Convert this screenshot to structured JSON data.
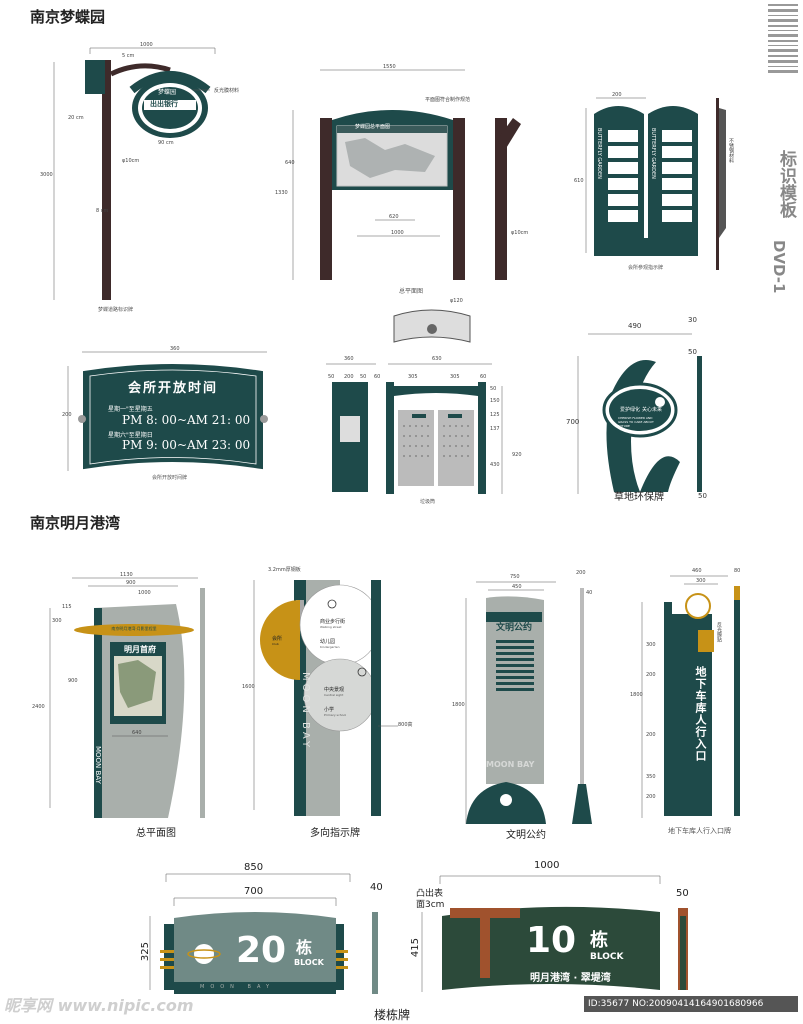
{
  "sections": {
    "nanjing_dream": "南京梦蝶园",
    "nanjing_moonbay": "南京明月港湾"
  },
  "side_label": {
    "vertical": "标识模板",
    "code": "DVD-1"
  },
  "top": {
    "road_sign": {
      "sign_text_1": "梦蝶园",
      "sign_text_2": "出出银行",
      "note": "反光膜材料",
      "caption": "梦蝶道路标识牌",
      "dims": [
        "1000",
        "5 cm",
        "20 cm",
        "90 cm",
        "φ10cm",
        "8 cm",
        "3000"
      ]
    },
    "plan_board": {
      "header": "梦蝶园总平面图",
      "note": "平面图符合制作规范",
      "caption": "总平面图",
      "dims": [
        "1550",
        "640",
        "1330",
        "620",
        "1000",
        "φ10cm"
      ]
    },
    "directory": {
      "vertical_en": "BUTTERFLY GARDEN",
      "note": "不锈钢材料",
      "caption": "会所参观指示牌",
      "dims": [
        "200",
        "610"
      ]
    },
    "hours_board": {
      "title": "会所开放时间",
      "row1_label": "星期一\"至星期五",
      "row1_time": "PM 8: 00~AM 21: 00",
      "row2_label": "星期六\"至星期日",
      "row2_time": "PM 9: 00~AM 23: 00",
      "caption": "会所开放时间牌",
      "dims": [
        "360",
        "200"
      ]
    },
    "bin": {
      "caption": "垃圾筒",
      "top_dim": "φ120",
      "dims_left": [
        "360",
        "50",
        "200",
        "50",
        "60"
      ],
      "dims_top": [
        "630",
        "305",
        "305",
        "60"
      ],
      "dims_right": [
        "50",
        "150",
        "125",
        "137",
        "430",
        "920"
      ]
    },
    "grass_sign": {
      "text_1": "爱护绿化",
      "text_2": "关心未来",
      "text_en": "CHERISH FLOWER AND GRASS TO CARE ABOUT FUTURE",
      "caption": "草地环保牌",
      "dims": [
        "490",
        "30",
        "50",
        "700",
        "50"
      ]
    }
  },
  "middle": {
    "master_plan": {
      "board_title": "明月首府",
      "banner": "南京明月港湾·月影里程里",
      "vertical_en": "MOON BAY",
      "caption": "总平面图",
      "dims": [
        "1130",
        "900",
        "1000",
        "115",
        "300",
        "900",
        "2400",
        "640"
      ]
    },
    "multi_direction": {
      "note": "3.2mm厚钢板",
      "item1": "商业步行街",
      "item1_en": "Walking street",
      "item2": "幼儿园",
      "item2_en": "Kindergarten",
      "item3": "中央景观",
      "item3_en": "Central sight",
      "item4": "小学",
      "item4_en": "Primary school",
      "club": "会所",
      "club_en": "Club",
      "vertical_en": "MOON BAY",
      "caption": "多向指示牌",
      "dims": [
        "1600",
        "800高"
      ]
    },
    "civility": {
      "title": "文明公约",
      "caption": "文明公约",
      "brand": "MOON BAY",
      "dims": [
        "750",
        "450",
        "200",
        "40",
        "1800"
      ]
    },
    "parking": {
      "vertical_text": "地下车库人行入口",
      "note": "反光膜贴",
      "caption": "地下车库人行入口牌",
      "dims": [
        "460",
        "300",
        "80",
        "300",
        "200",
        "1800",
        "200",
        "350",
        "200"
      ]
    }
  },
  "bottom": {
    "building_a": {
      "number": "20",
      "unit": "栋",
      "unit_en": "BLOCK",
      "footer": "MOON BAY",
      "dims": [
        "850",
        "700",
        "325",
        "40"
      ]
    },
    "building_b": {
      "number": "10",
      "unit": "栋",
      "unit_en": "BLOCK",
      "sub": "明月港湾 · 翠堤湾",
      "note_1": "凸出表",
      "note_2": "面3cm",
      "dims": [
        "1000",
        "415",
        "50"
      ]
    },
    "caption": "楼栋牌"
  },
  "footer": {
    "watermark": "昵享网 www.nipic.com",
    "id_text": "ID:35677 NO:20090414164901680966"
  },
  "colors": {
    "dark_teal": "#1e4a4a",
    "brown": "#3e2a2a",
    "gold": "#c79217",
    "grey": "#a9afab",
    "green_dark": "#2c4a3a"
  }
}
